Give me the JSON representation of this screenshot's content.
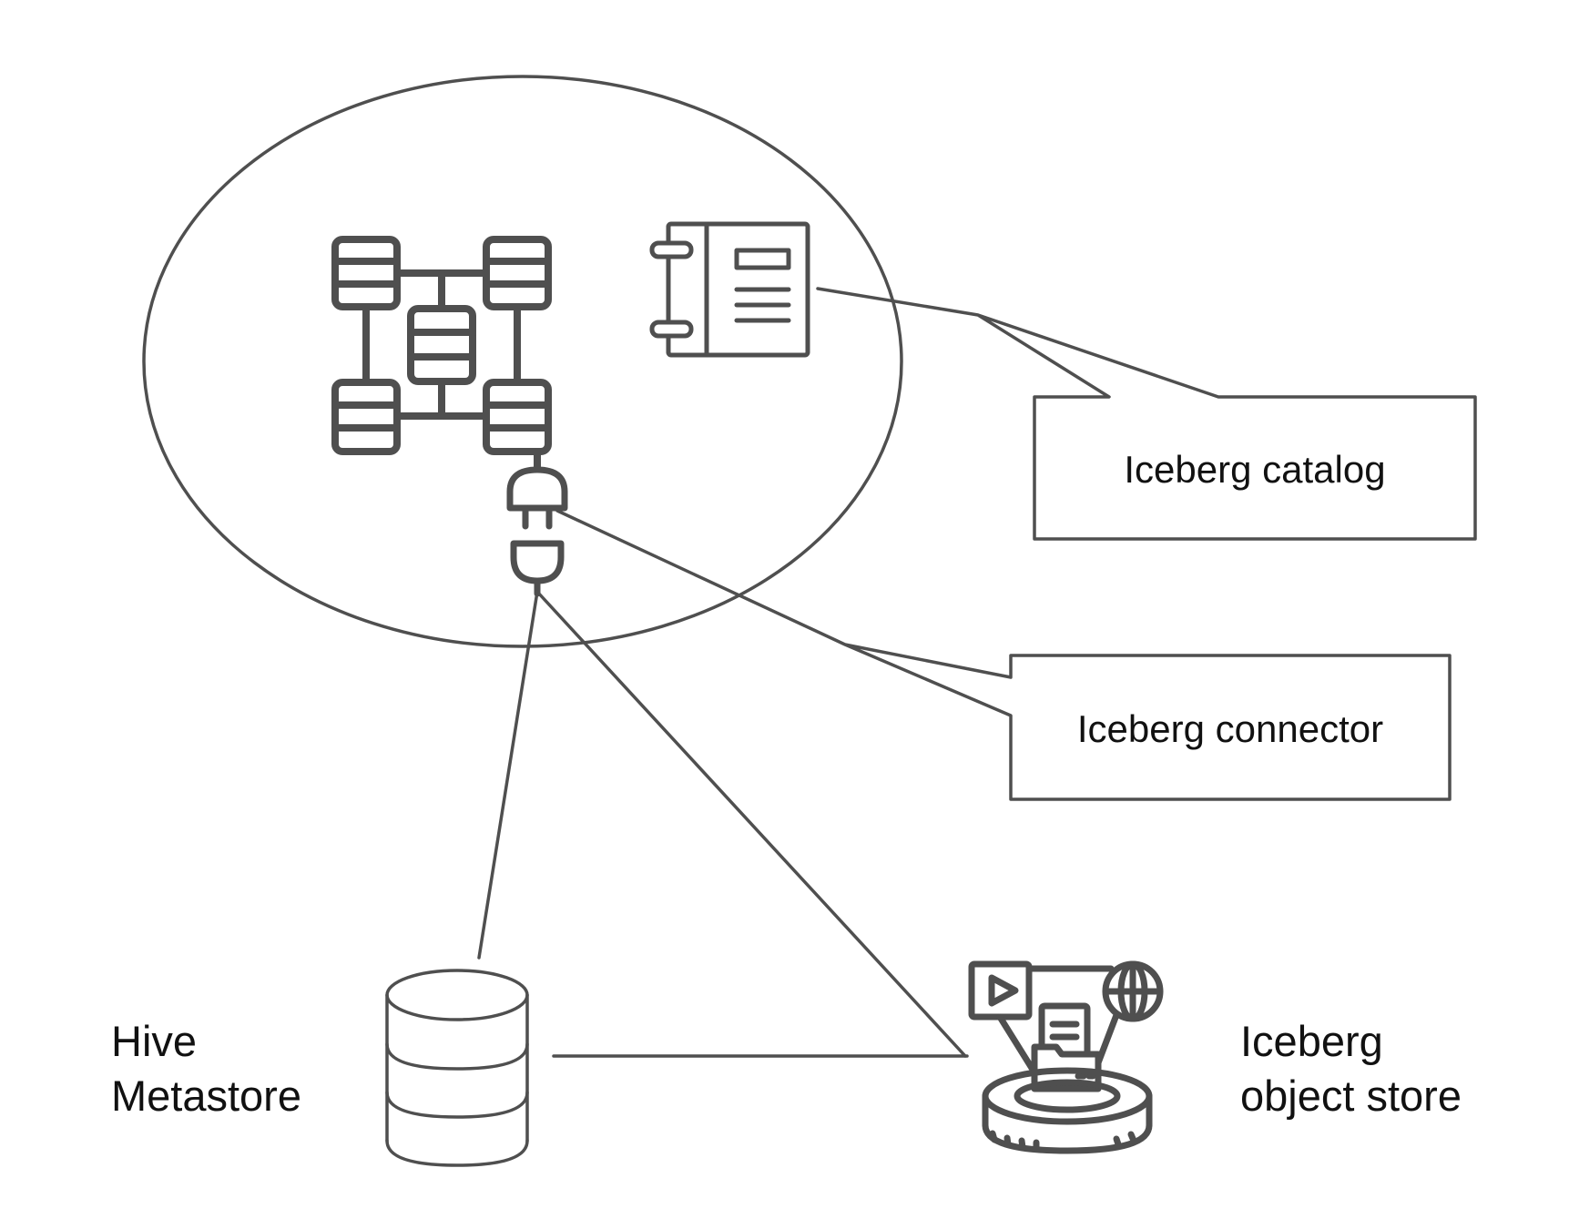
{
  "labels": {
    "iceberg_catalog": "Iceberg catalog",
    "iceberg_connector": "Iceberg connector",
    "hive_metastore": [
      "Hive",
      "Metastore"
    ],
    "iceberg_object_store": [
      "Iceberg",
      "object store"
    ]
  },
  "icons": {
    "cluster": "server-cluster-icon",
    "catalog": "notebook-catalog-icon",
    "connector": "plug-connector-icon",
    "metastore": "database-cylinder-icon",
    "object_store": "object-storage-icon"
  },
  "colors": {
    "stroke": "#4f4f4f",
    "text": "#111111",
    "background": "#ffffff"
  }
}
